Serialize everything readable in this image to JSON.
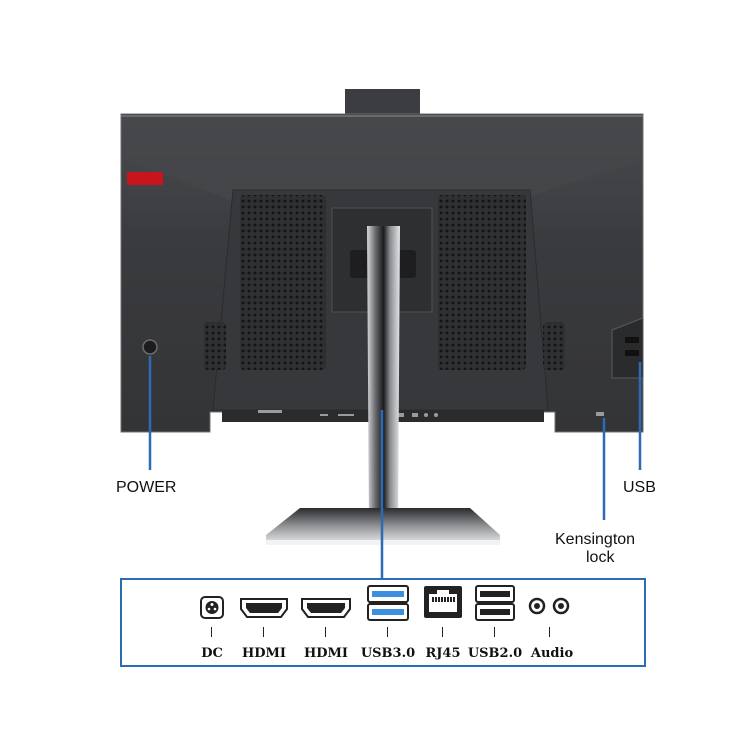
{
  "callouts": {
    "power": "POWER",
    "usb": "USB",
    "kensington_line1": "Kensington",
    "kensington_line2": "lock"
  },
  "ports": [
    {
      "label": "DC",
      "icon": "dc-power-icon"
    },
    {
      "label": "HDMI",
      "icon": "hdmi-port-icon"
    },
    {
      "label": "HDMI",
      "icon": "hdmi-port-icon"
    },
    {
      "label": "USB3.0",
      "icon": "usb3-port-icon"
    },
    {
      "label": "RJ45",
      "icon": "ethernet-port-icon"
    },
    {
      "label": "USB2.0",
      "icon": "usb2-port-icon"
    },
    {
      "label": "Audio",
      "icon": "audio-jack-icon"
    }
  ],
  "colors": {
    "callout_blue": "#2c6bb5",
    "usb3_blue": "#3d8fe0",
    "monitor_body": "#3a3b3d",
    "red_badge": "#c8141c"
  }
}
